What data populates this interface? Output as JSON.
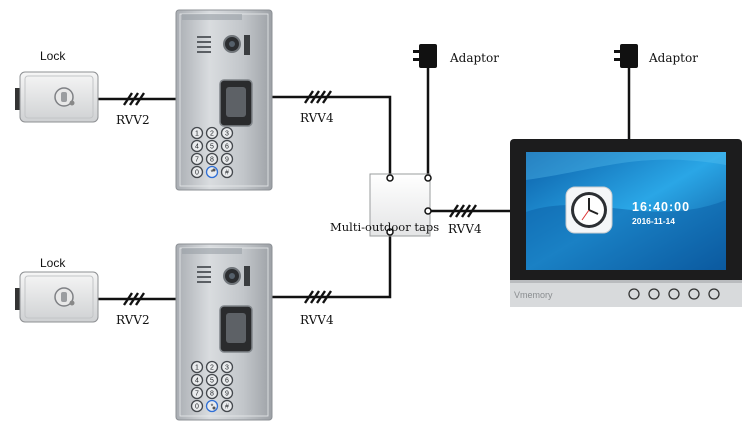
{
  "labels": {
    "lock": "Lock",
    "adaptor": "Adaptor",
    "rvv2": "RVV2",
    "rvv4": "RVV4",
    "taps": "Multi-outdoor taps"
  },
  "monitor": {
    "time": "16:40:00",
    "date": "2016-11-14",
    "brand": "Vmemory"
  },
  "keypad": {
    "keys": [
      "1",
      "2",
      "3",
      "4",
      "5",
      "6",
      "7",
      "8",
      "9",
      "0",
      "*",
      "#"
    ]
  },
  "colors": {
    "wire": "#111111",
    "panel": "#c9ccd0",
    "screen": "#1f8fd6",
    "bezel": "#2a2a2a"
  }
}
